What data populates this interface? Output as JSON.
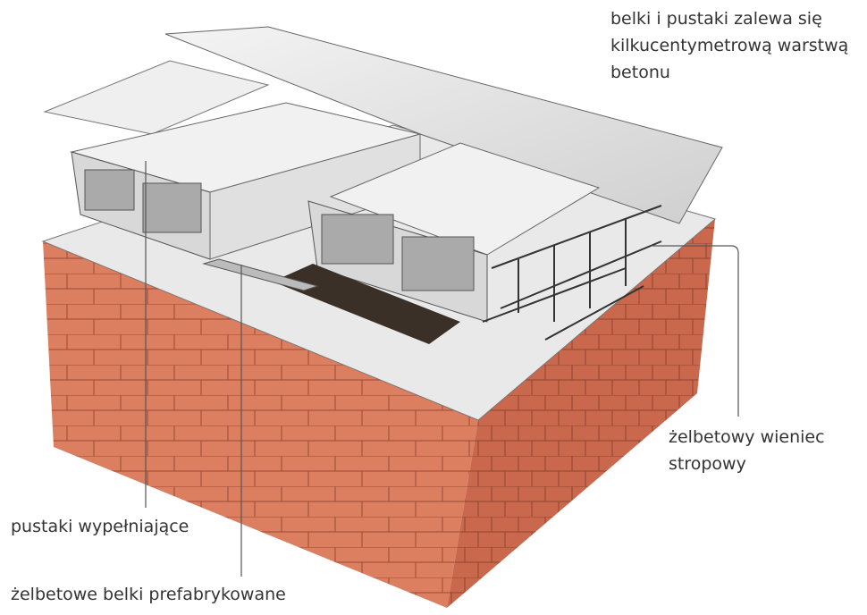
{
  "labels": {
    "concrete_layer": [
      "belki i pustaki zalewa się",
      "kilkucentymetrową warstwą",
      "betonu"
    ],
    "ring_beam": [
      "żelbetowy wieniec",
      "stropowy"
    ],
    "blocks": "pustaki wypełniające",
    "beams": "żelbetowe belki prefabrykowane"
  },
  "colors": {
    "text": "#333333",
    "brick": "#d9775a",
    "concrete": "#e6e6e6",
    "leader": "#555555"
  }
}
